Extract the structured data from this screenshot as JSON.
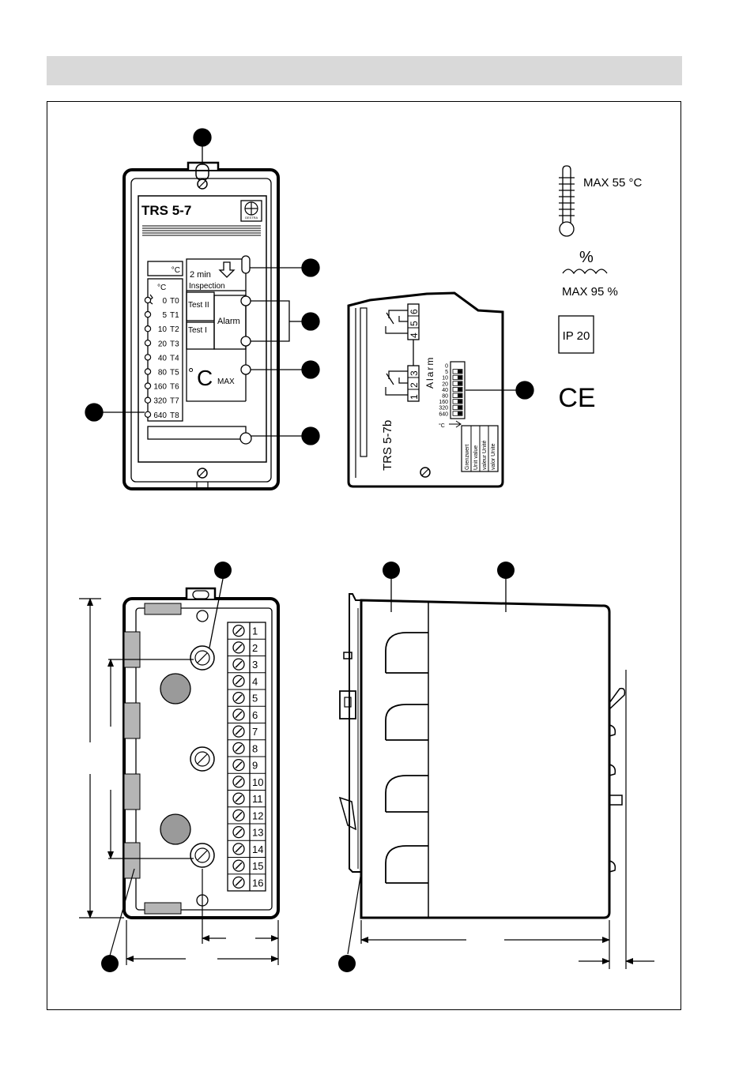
{
  "front": {
    "model": "TRS 5-7",
    "brand": "GESTRA",
    "unit_box": "°C",
    "scale_unit": "°C",
    "scale": [
      {
        "val": "0",
        "code": "T0"
      },
      {
        "val": "5",
        "code": "T1"
      },
      {
        "val": "10",
        "code": "T2"
      },
      {
        "val": "20",
        "code": "T3"
      },
      {
        "val": "40",
        "code": "T4"
      },
      {
        "val": "80",
        "code": "T5"
      },
      {
        "val": "160",
        "code": "T6"
      },
      {
        "val": "320",
        "code": "T7"
      },
      {
        "val": "640",
        "code": "T8"
      }
    ],
    "inspection_time": "2 min",
    "inspection": "Inspection",
    "test2": "Test II",
    "test1": "Test I",
    "alarm": "Alarm",
    "deg": "°",
    "c": "C",
    "max": "MAX"
  },
  "side": {
    "model": "TRS 5-7b",
    "alarm": "Alarm",
    "term_top": [
      "4",
      "5",
      "6"
    ],
    "term_bot": [
      "1",
      "2",
      "3"
    ],
    "scale": [
      "0",
      "5",
      "10",
      "20",
      "40",
      "80",
      "160",
      "320",
      "640"
    ],
    "scale_unit": "°C",
    "legend": [
      "Grenzwert",
      "Unit value",
      "valeur Unité",
      "valor Unite"
    ]
  },
  "specs": {
    "temp": "MAX 55 °C",
    "percent": "%",
    "humidity": "MAX 95 %",
    "ip": "IP 20",
    "ce": "CE"
  },
  "base": {
    "terminals": [
      "1",
      "2",
      "3",
      "4",
      "5",
      "6",
      "7",
      "8",
      "9",
      "10",
      "11",
      "12",
      "13",
      "14",
      "15",
      "16"
    ]
  }
}
